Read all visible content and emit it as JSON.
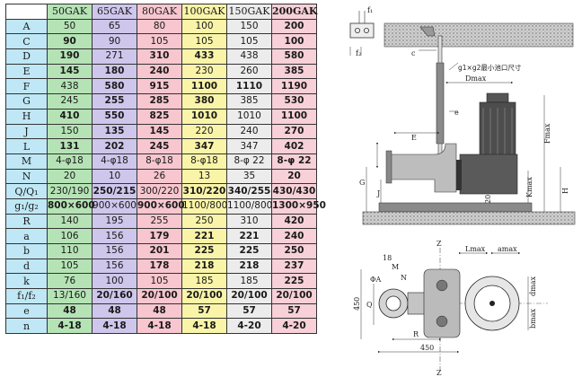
{
  "table": {
    "corner": "",
    "columns": [
      {
        "label": "50GAK",
        "color": "#b5e3b5"
      },
      {
        "label": "65GAK",
        "color": "#cfc6ec"
      },
      {
        "label": "80GAK",
        "color": "#f7c6cf"
      },
      {
        "label": "100GAK",
        "color": "#f9f4a8"
      },
      {
        "label": "150GAK",
        "color": "#ececec"
      },
      {
        "label": "200GAK",
        "color": "#f7d0d8"
      }
    ],
    "label_color": "#bfe7f5",
    "rows": [
      {
        "label": "A",
        "values": [
          "50",
          "65",
          "80",
          "100",
          "150",
          "200"
        ],
        "bold": [
          false,
          false,
          false,
          false,
          false,
          true
        ]
      },
      {
        "label": "C",
        "values": [
          "90",
          "90",
          "105",
          "105",
          "105",
          "100"
        ],
        "bold": [
          true,
          false,
          false,
          false,
          false,
          true
        ]
      },
      {
        "label": "D",
        "values": [
          "190",
          "271",
          "310",
          "433",
          "438",
          "580"
        ],
        "bold": [
          true,
          false,
          true,
          true,
          false,
          true
        ]
      },
      {
        "label": "E",
        "values": [
          "145",
          "180",
          "240",
          "230",
          "260",
          "385"
        ],
        "bold": [
          true,
          true,
          true,
          false,
          false,
          true
        ]
      },
      {
        "label": "F",
        "values": [
          "438",
          "580",
          "915",
          "1100",
          "1110",
          "1190"
        ],
        "bold": [
          false,
          true,
          true,
          true,
          true,
          true
        ]
      },
      {
        "label": "G",
        "values": [
          "245",
          "255",
          "285",
          "380",
          "385",
          "530"
        ],
        "bold": [
          false,
          true,
          true,
          true,
          false,
          true
        ]
      },
      {
        "label": "H",
        "values": [
          "410",
          "550",
          "825",
          "1010",
          "1010",
          "1100"
        ],
        "bold": [
          true,
          true,
          true,
          true,
          false,
          true
        ]
      },
      {
        "label": "J",
        "values": [
          "150",
          "135",
          "145",
          "220",
          "240",
          "270"
        ],
        "bold": [
          false,
          true,
          true,
          false,
          false,
          true
        ]
      },
      {
        "label": "L",
        "values": [
          "131",
          "202",
          "245",
          "347",
          "347",
          "402"
        ],
        "bold": [
          true,
          true,
          true,
          true,
          false,
          true
        ]
      },
      {
        "label": "M",
        "values": [
          "4-φ18",
          "4-φ18",
          "8-φ18",
          "8-φ18",
          "8-φ 22",
          "8-φ 22"
        ],
        "bold": [
          false,
          false,
          false,
          false,
          false,
          true
        ]
      },
      {
        "label": "N",
        "values": [
          "20",
          "10",
          "26",
          "13",
          "35",
          "20"
        ],
        "bold": [
          false,
          false,
          false,
          false,
          false,
          true
        ]
      },
      {
        "label": "Q/Q₁",
        "values": [
          "230/190",
          "250/215",
          "300/220",
          "310/220",
          "340/255",
          "430/430"
        ],
        "bold": [
          false,
          true,
          false,
          true,
          true,
          true
        ]
      },
      {
        "label": "g₁/g₂",
        "values": [
          "800×600",
          "900×600",
          "900×600",
          "1100/800",
          "1100/800",
          "1300×950"
        ],
        "bold": [
          true,
          false,
          true,
          false,
          false,
          true
        ]
      },
      {
        "label": "R",
        "values": [
          "140",
          "195",
          "255",
          "250",
          "310",
          "420"
        ],
        "bold": [
          false,
          false,
          false,
          false,
          false,
          true
        ]
      },
      {
        "label": "a",
        "values": [
          "106",
          "156",
          "179",
          "221",
          "221",
          "240"
        ],
        "bold": [
          false,
          false,
          true,
          true,
          true,
          true
        ]
      },
      {
        "label": "b",
        "values": [
          "110",
          "156",
          "201",
          "225",
          "225",
          "250"
        ],
        "bold": [
          false,
          false,
          true,
          true,
          true,
          true
        ]
      },
      {
        "label": "d",
        "values": [
          "105",
          "156",
          "178",
          "218",
          "218",
          "237"
        ],
        "bold": [
          false,
          false,
          true,
          true,
          true,
          true
        ]
      },
      {
        "label": "k",
        "values": [
          "76",
          "100",
          "105",
          "185",
          "185",
          "225"
        ],
        "bold": [
          false,
          false,
          false,
          false,
          false,
          true
        ]
      },
      {
        "label": "f₁/f₂",
        "values": [
          "13/160",
          "20/160",
          "20/100",
          "20/100",
          "20/100",
          "20/100"
        ],
        "bold": [
          false,
          true,
          true,
          true,
          true,
          true
        ]
      },
      {
        "label": "e",
        "values": [
          "48",
          "48",
          "48",
          "57",
          "57",
          "57"
        ],
        "bold": [
          true,
          true,
          true,
          true,
          true,
          true
        ]
      },
      {
        "label": "n",
        "values": [
          "4-18",
          "4-18",
          "4-18",
          "4-18",
          "4-20",
          "4-20"
        ],
        "bold": [
          true,
          true,
          true,
          true,
          true,
          true
        ]
      }
    ]
  },
  "diagram": {
    "side_view": {
      "f1": "f₁",
      "f2": "f₂",
      "c": "c",
      "pit_label": "g1×g2最小池口尺寸",
      "dmax": "Dmax",
      "e": "e",
      "e_upper": "E",
      "fmax": "Fmax",
      "g": "G",
      "j": "J",
      "kmax": "Kmax",
      "h": "H",
      "d120": "120"
    },
    "plan_view": {
      "z_top": "Z",
      "z_bottom": "Z",
      "d18": "18",
      "m": "M",
      "n": "N",
      "phi_a": "ΦA",
      "q": "Q",
      "d450_vertical": "450",
      "d450_horizontal": "450",
      "lmax": "Lmax",
      "amax": "amax",
      "dmax": "dmax",
      "bmax": "bmax",
      "r": "R"
    }
  }
}
